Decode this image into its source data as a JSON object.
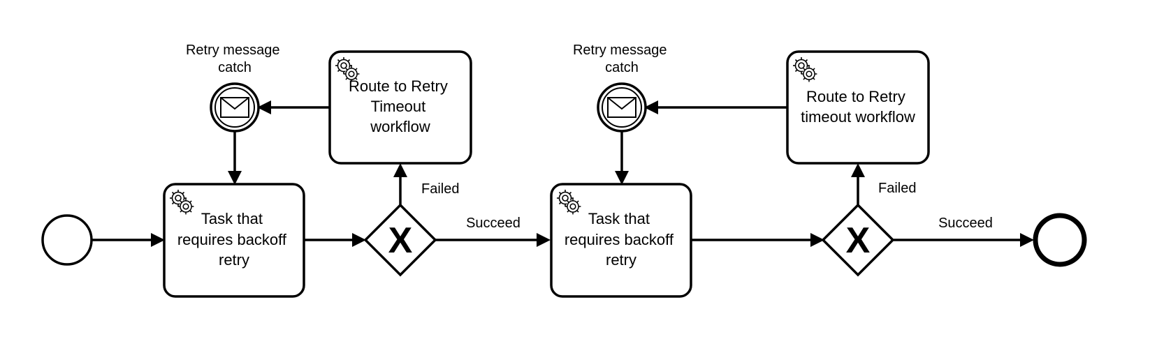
{
  "diagram": {
    "start_event": {
      "label": ""
    },
    "end_event": {
      "label": ""
    },
    "stage_1": {
      "task_lines": [
        "Task that",
        "requires backoff",
        "retry"
      ],
      "gateway_symbol": "X",
      "failed_label": "Failed",
      "succeed_label": "Succeed",
      "route_task_lines": [
        "Route to Retry",
        "Timeout",
        "workflow"
      ],
      "catch_label_lines": [
        "Retry message",
        "catch"
      ],
      "task_icon": "gear-icon",
      "route_icon": "gear-icon",
      "catch_icon": "envelope-icon"
    },
    "stage_2": {
      "task_lines": [
        "Task that",
        "requires backoff",
        "retry"
      ],
      "gateway_symbol": "X",
      "failed_label": "Failed",
      "succeed_label": "Succeed",
      "route_task_lines": [
        "Route to Retry",
        "timeout workflow"
      ],
      "catch_label_lines": [
        "Retry message",
        "catch"
      ],
      "task_icon": "gear-icon",
      "route_icon": "gear-icon",
      "catch_icon": "envelope-icon"
    }
  }
}
